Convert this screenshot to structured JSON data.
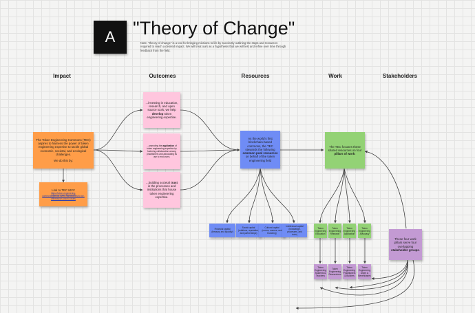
{
  "header": {
    "logo_letter": "A",
    "title": "\"Theory of Change\"",
    "note": "Note: \"theory of change\" is a tool for bringing missions to life by succinctly outlining the steps and resources required to reach a desired impact. We will treat ours as a hypothesis that we will test and refine over time through feedback from the field."
  },
  "columns": [
    "Impact",
    "Outcomes",
    "Resources",
    "Work",
    "Stakeholders"
  ],
  "impact": {
    "text": "The Token Engineering Commons (TEC) aspires to harness the power of token engineering expertise to tackle global economic, societal, and ecological challenges.",
    "cta": "We do this by:",
    "link_label": "Link to TEC MVV",
    "link_url": "https://token-engineering-commons.gitbook.io/tec-handbook/who-we-are/mission-vision-values"
  },
  "outcomes": [
    {
      "pre": "...investing in education, research, and open source tools, we help ",
      "bold": "develop",
      "post": " token engineering expertise."
    },
    {
      "pre": "...promoting the ",
      "bold": "application",
      "post": " of token engineering expertise by fostering collaboration among practitioners and advocating its use to end users."
    },
    {
      "pre": "...building societal ",
      "bold": "trust",
      "post": " in the processes and institutions that house token engineering expertise."
    }
  ],
  "resources": {
    "pre": "As the world's first blockchain-based commons, the TEC stewards the following ",
    "bold": "common pool resources",
    "post": " on behalf of the token engineering field"
  },
  "capitals": [
    "Financial capital (treasury and liquidity)",
    "Social capital (relations, reputation, and partnerships)",
    "Cultural capital (norms, memes, and branding)",
    "Intellectual capital (knowledge, processes, and tools)"
  ],
  "work": {
    "pre": "The TEC focuses these shared resources on four ",
    "bold": "pillars of work",
    "post": ":"
  },
  "pillars": [
    "Token Engineering Education",
    "Token Engineering Research",
    "Token Engineering Application",
    "Token Engineering Advocacy"
  ],
  "groups": [
    "Token Engineering Students & Teachers",
    "Token Engineering Researchers",
    "Token Engineering Practitioners & Builders",
    "Token Engineering Users & Beneficiaries"
  ],
  "stakeholders": {
    "pre": "These four work pillars serve four overlapping ",
    "bold": "stakeholder groups",
    "post": "."
  },
  "colors": {
    "impact": "#ff9d48",
    "outcomes": "#ffc6de",
    "resources": "#6f8cf5",
    "work": "#93d275",
    "stakeholders": "#c39ad3",
    "connector": "#444444",
    "background": "#f4f4f3"
  }
}
